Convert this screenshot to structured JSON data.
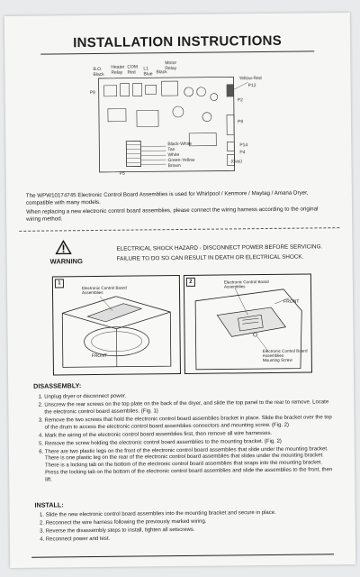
{
  "title": "INSTALLATION INSTRUCTIONS",
  "wiring_labels": {
    "bo_black": "B.O.\nBlack",
    "heater_relay": "Heater\nRelay",
    "com_red": "COM\nRed",
    "l1_blue": "L1\nBlue",
    "black": "Black",
    "motor_relay": "Motor\nRelay",
    "p9": "P9",
    "yellow_red": "Yellow-Red",
    "p12": "P12",
    "p2": "P2",
    "p8": "P8",
    "p14": "P14",
    "p4": "P4",
    "p5": "P5",
    "gas": "(Gas)",
    "black_white": "Black-White",
    "tan": "Tan",
    "white": "White",
    "green_yellow": "Green-Yellow",
    "brown": "Brown"
  },
  "intro": {
    "line1": "The WPW10174745 Electronic Control Board Assemblies is used for Whirlpool / Kenmore / Maytag / Amana Dryer, compatible with many models.",
    "line2": "When replacing a new electronic control board assemblies, please connect the wiring harness according to the original wiring method."
  },
  "warning": {
    "word": "WARNING",
    "line1": "ELECTRICAL SHOCK HAZARD - DISCONNECT POWER BEFORE SERVICING.",
    "line2": "FAILURE TO DO SO CAN RESULT IN DEATH OR ELECTRICAL SHOCK."
  },
  "figures": {
    "fig1": {
      "num": "1",
      "label": "Electronic Control Board\nAssemblies",
      "front": "FRONT"
    },
    "fig2": {
      "num": "2",
      "label": "Electronic Control Board\nAssemblies",
      "front": "FRONT",
      "label2": "Electronic Control Board\nAssemblies\nMounting Screw"
    }
  },
  "disassembly": {
    "heading": "DISASSEMBLY:",
    "steps": [
      "Unplug dryer or disconnect power.",
      "Unscrew the rear screws on the top plate on the back of the dryer, and slide the top panel to the rear to remove. Locate the electronic control board assemblies. (Fig. 1)",
      "Remove the two screws that hold the electronic control board assemblies bracket in place. Slide the bracket over the top of the drum to access the electronic control board assemblies connectors and mounting screw. (Fig. 2)",
      "Mark the wiring of the electronic control board assemblies first, then remove all wire harnesses.",
      "Remove the screw holding the electronic control board assemblies to the mounting bracket. (Fig. 2)",
      "There are two plastic legs on the front of the electronic control board assemblies that slide under the mounting bracket. There is one plastic leg on the rear of the electronic control board assemblies that slides under the mounting bracket. There is a locking tab on the bottom of the electronic control board assemblies that snaps into the mounting bracket. Press the locking tab on the bottom of the electronic control board assemblies and slide the assemblies to the front, then lift."
    ]
  },
  "install": {
    "heading": "INSTALL:",
    "steps": [
      "Slide the new electronic control board assemblies into the mounting bracket and secure in place.",
      "Reconnect the wire harness following the previously marked wiring.",
      "Reverse the disassembly steps to install, tighten all setscrews.",
      "Reconnect power and test."
    ]
  }
}
